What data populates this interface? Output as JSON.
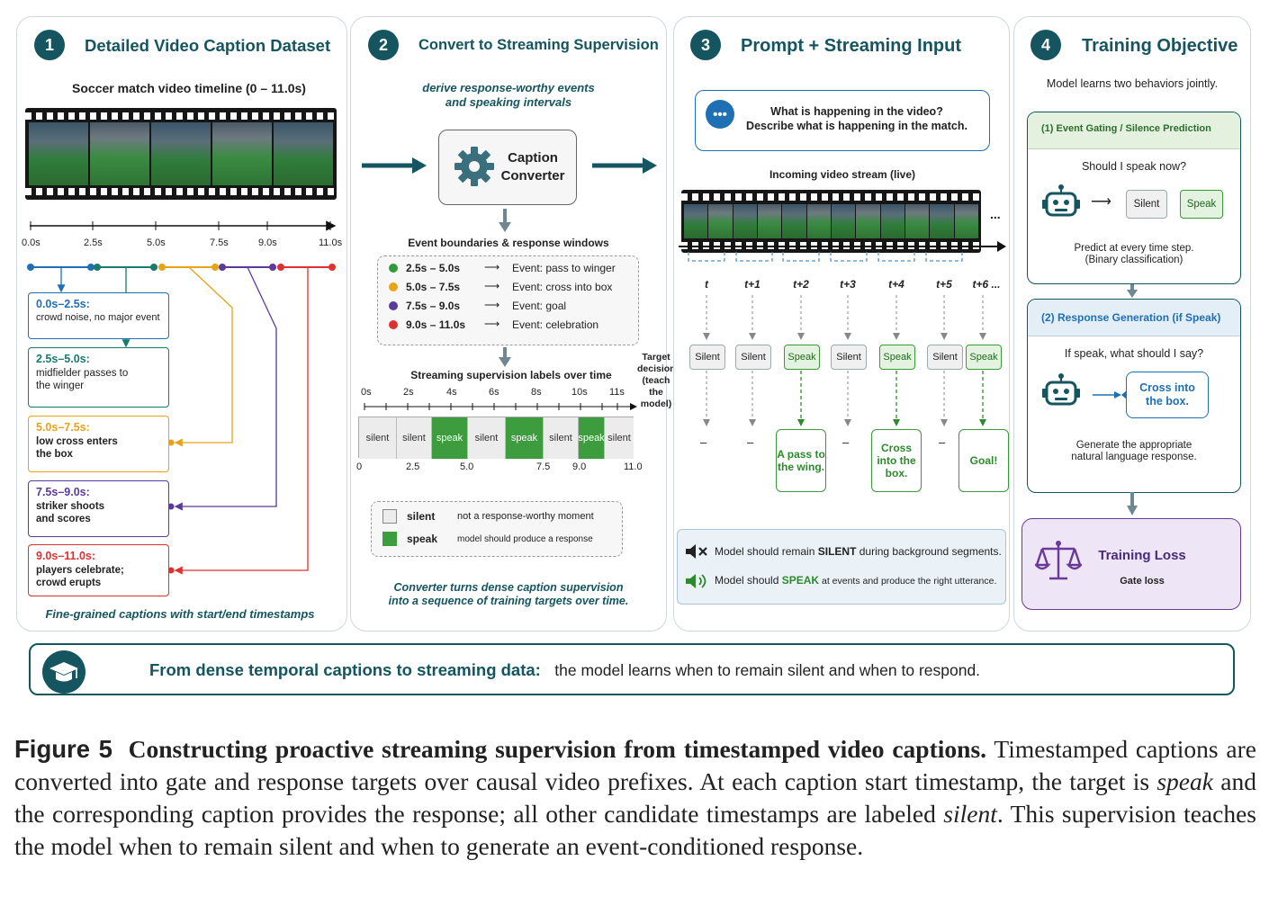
{
  "panel1": {
    "num": "1",
    "title": "Detailed Video Caption Dataset",
    "timeline_title": "Soccer match video timeline (0 – 11.0s)",
    "ticks": [
      "0.0s",
      "2.5s",
      "5.0s",
      "7.5s",
      "9.0s",
      "11.0s"
    ],
    "captions": [
      {
        "time": "0.0s–2.5s:",
        "text": "crowd noise, no major event",
        "color": "#1f6fb5"
      },
      {
        "time": "2.5s–5.0s:",
        "text": "midfielder passes to the winger",
        "color": "#197a70"
      },
      {
        "time": "5.0s–7.5s:",
        "text": "low cross enters the box",
        "color": "#e8a317"
      },
      {
        "time": "7.5s–9.0s:",
        "text": "striker shoots and scores",
        "color": "#5c3a99"
      },
      {
        "time": "9.0s–11.0s:",
        "text": "players celebrate; crowd erupts",
        "color": "#e03131"
      }
    ],
    "footer": "Fine-grained captions with start/end timestamps"
  },
  "panel2": {
    "num": "2",
    "title": "Convert to Streaming Supervision",
    "subtitle_1": "derive response-worthy events",
    "subtitle_2": "and speaking intervals",
    "converter_1": "Caption",
    "converter_2": "Converter",
    "events_title": "Event boundaries & response windows",
    "events": [
      {
        "range": "2.5s – 5.0s",
        "label": "Event: pass to winger",
        "color": "#2e9a3a"
      },
      {
        "range": "5.0s – 7.5s",
        "label": "Event: cross into box",
        "color": "#e8a317"
      },
      {
        "range": "7.5s – 9.0s",
        "label": "Event: goal",
        "color": "#5c3a99"
      },
      {
        "range": "9.0s – 11.0s",
        "label": "Event: celebration",
        "color": "#e03131"
      }
    ],
    "labels_title": "Streaming supervision labels over time",
    "target_decision": "Target decision (teach the model)",
    "top_ticks": [
      "0s",
      "2s",
      "4s",
      "6s",
      "8s",
      "10s",
      "11s"
    ],
    "segments": [
      "silent",
      "silent",
      "speak",
      "silent",
      "speak",
      "silent",
      "speak",
      "silent"
    ],
    "bottom_ticks": [
      "0",
      "2.5",
      "5.0",
      "7.5",
      "9.0",
      "11.0"
    ],
    "legend": [
      {
        "name": "silent",
        "desc": "not a response-worthy moment"
      },
      {
        "name": "speak",
        "desc": "model should produce a response"
      }
    ],
    "footer_1": "Converter turns dense caption supervision",
    "footer_2": "into a sequence of training targets over time."
  },
  "panel3": {
    "num": "3",
    "title": "Prompt + Streaming Input",
    "prompt_1": "What is happening in the video?",
    "prompt_2": "Describe what is happening in the match.",
    "stream_title": "Incoming video stream (live)",
    "ellipsis": "...",
    "steps": [
      "t",
      "t+1",
      "t+2",
      "t+3",
      "t+4",
      "t+5",
      "t+6 ..."
    ],
    "gates": [
      "Silent",
      "Silent",
      "Speak",
      "Silent",
      "Speak",
      "Silent",
      "Speak"
    ],
    "outputs": [
      "–",
      "–",
      "A pass to the wing.",
      "–",
      "Cross into the box.",
      "–",
      "Goal!"
    ],
    "note_silent_pre": "Model should remain ",
    "note_silent_key": "SILENT",
    "note_silent_post": " during background segments.",
    "note_speak_pre": "Model should ",
    "note_speak_key": "SPEAK",
    "note_speak_post": " at events and produce the right utterance."
  },
  "panel4": {
    "num": "4",
    "title": "Training Objective",
    "intro": "Model learns two behaviors jointly.",
    "gate_title": "(1)  Event Gating / Silence Prediction",
    "gate_q": "Should I speak now?",
    "silent": "Silent",
    "speak": "Speak",
    "gate_note_1": "Predict at every time step.",
    "gate_note_2": "(Binary classification)",
    "resp_title": "(2)  Response Generation (if Speak)",
    "resp_q": "If speak, what should I say?",
    "bubble": "Cross into the box.",
    "resp_note_1": "Generate the appropriate",
    "resp_note_2": "natural language response.",
    "loss_title": "Training Loss",
    "loss_sub": "Gate loss"
  },
  "banner": {
    "bold": "From dense temporal captions to streaming data:",
    "rest": "the model learns when to remain silent and when to respond."
  },
  "caption": {
    "fig": "Figure 5",
    "title": "Constructing proactive streaming supervision from timestamped video captions.",
    "t1": "Timestamped captions are converted into gate and response targets over causal video prefixes. At each caption start timestamp, the target is ",
    "speak": "speak",
    "t2": " and the corresponding caption provides the response; all other candidate timestamps are labeled ",
    "silent": "silent",
    "t3": ". This supervision teaches the model when to remain silent and when to generate an event-conditioned response."
  }
}
